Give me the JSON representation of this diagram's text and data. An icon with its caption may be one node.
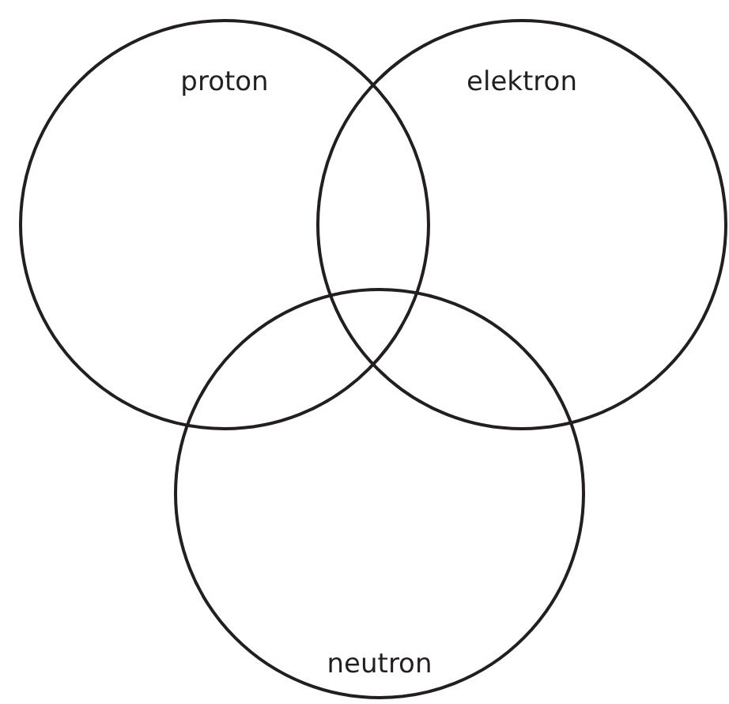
{
  "diagram": {
    "nodes": [
      {
        "text": [
          "proton"
        ]
      },
      {
        "text": [
          "elektron"
        ]
      },
      {
        "text": [
          "neutron"
        ]
      }
    ]
  }
}
